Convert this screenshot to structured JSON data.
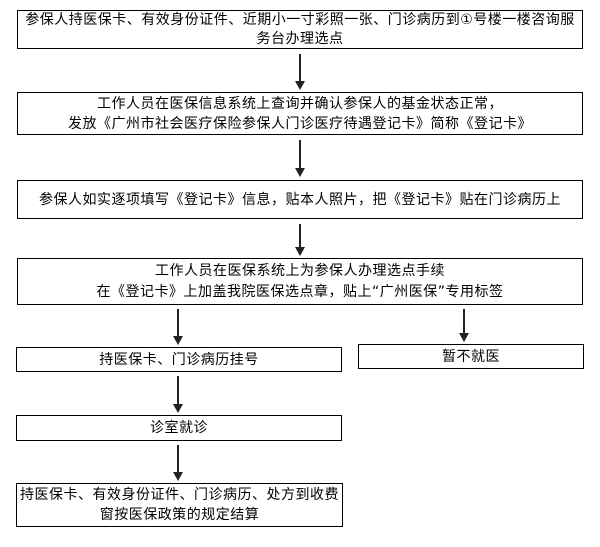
{
  "flow": {
    "steps": [
      {
        "id": "consult-desk",
        "lines": [
          "参保人持医保卡、有效身份证件、近期小一寸彩照一张、门诊病历到①号楼一楼咨询服",
          "务台办理选点"
        ]
      },
      {
        "id": "verify-fund-issue-card",
        "lines": [
          "工作人员在医保信息系统上查询并确认参保人的基金状态正常，",
          "发放《广州市社会医疗保险参保人门诊医疗待遇登记卡》简称《登记卡》"
        ]
      },
      {
        "id": "fill-card",
        "lines": [
          "参保人如实逐项填写《登记卡》信息，贴本人照片，把《登记卡》贴在门诊病历上"
        ]
      },
      {
        "id": "select-point-stamp",
        "lines": [
          "工作人员在医保系统上为参保人办理选点手续",
          "在《登记卡》上加盖我院医保选点章，贴上“广州医保”专用标签"
        ]
      },
      {
        "id": "register",
        "lines": [
          "持医保卡、门诊病历挂号"
        ]
      },
      {
        "id": "no-visit",
        "lines": [
          "暂不就医"
        ]
      },
      {
        "id": "clinic-visit",
        "lines": [
          "诊室就诊"
        ]
      },
      {
        "id": "settlement",
        "lines": [
          "持医保卡、有效身份证件、门诊病历、处方到收费",
          "窗按医保政策的规定结算"
        ]
      }
    ],
    "colors": {
      "border": "#000000",
      "text": "#000000",
      "background": "#ffffff",
      "arrow": "#222222"
    }
  }
}
